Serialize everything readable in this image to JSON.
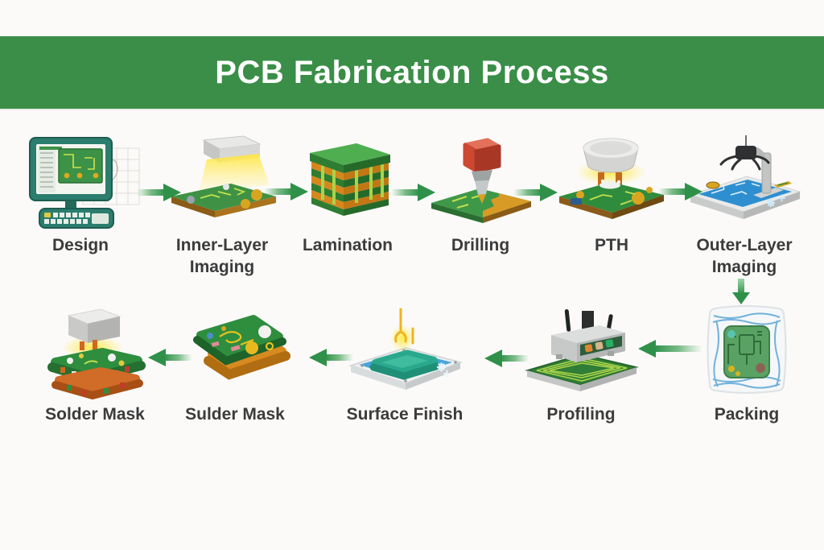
{
  "header": {
    "title": "PCB Fabrication Process"
  },
  "process": {
    "row1": {
      "direction": "left-to-right",
      "steps": [
        {
          "label": "Design",
          "icon": "design-computer-icon"
        },
        {
          "label": "Inner-Layer Imaging",
          "icon": "inner-layer-imaging-lamp-icon"
        },
        {
          "label": "Lamination",
          "icon": "lamination-stack-icon"
        },
        {
          "label": "Drilling",
          "icon": "drilling-machine-icon"
        },
        {
          "label": "PTH",
          "icon": "pth-plating-icon"
        },
        {
          "label": "Outer-Layer Imaging",
          "icon": "outer-layer-imaging-arm-icon"
        }
      ]
    },
    "row2": {
      "direction": "right-to-left",
      "steps": [
        {
          "label": "Solder Mask",
          "icon": "solder-mask-applicator-icon"
        },
        {
          "label": "Sulder Mask",
          "icon": "solder-masked-board-icon"
        },
        {
          "label": "Surface Finish",
          "icon": "surface-finish-bath-icon"
        },
        {
          "label": "Profiling",
          "icon": "profiling-machine-icon"
        },
        {
          "label": "Packing",
          "icon": "packed-board-icon"
        }
      ]
    }
  },
  "colors": {
    "banner_green": "#3a8e47",
    "arrow_green": "#2f9149",
    "label_text": "#3b3b3b",
    "title_text": "#ffffff",
    "background": "#fbfaf9"
  }
}
